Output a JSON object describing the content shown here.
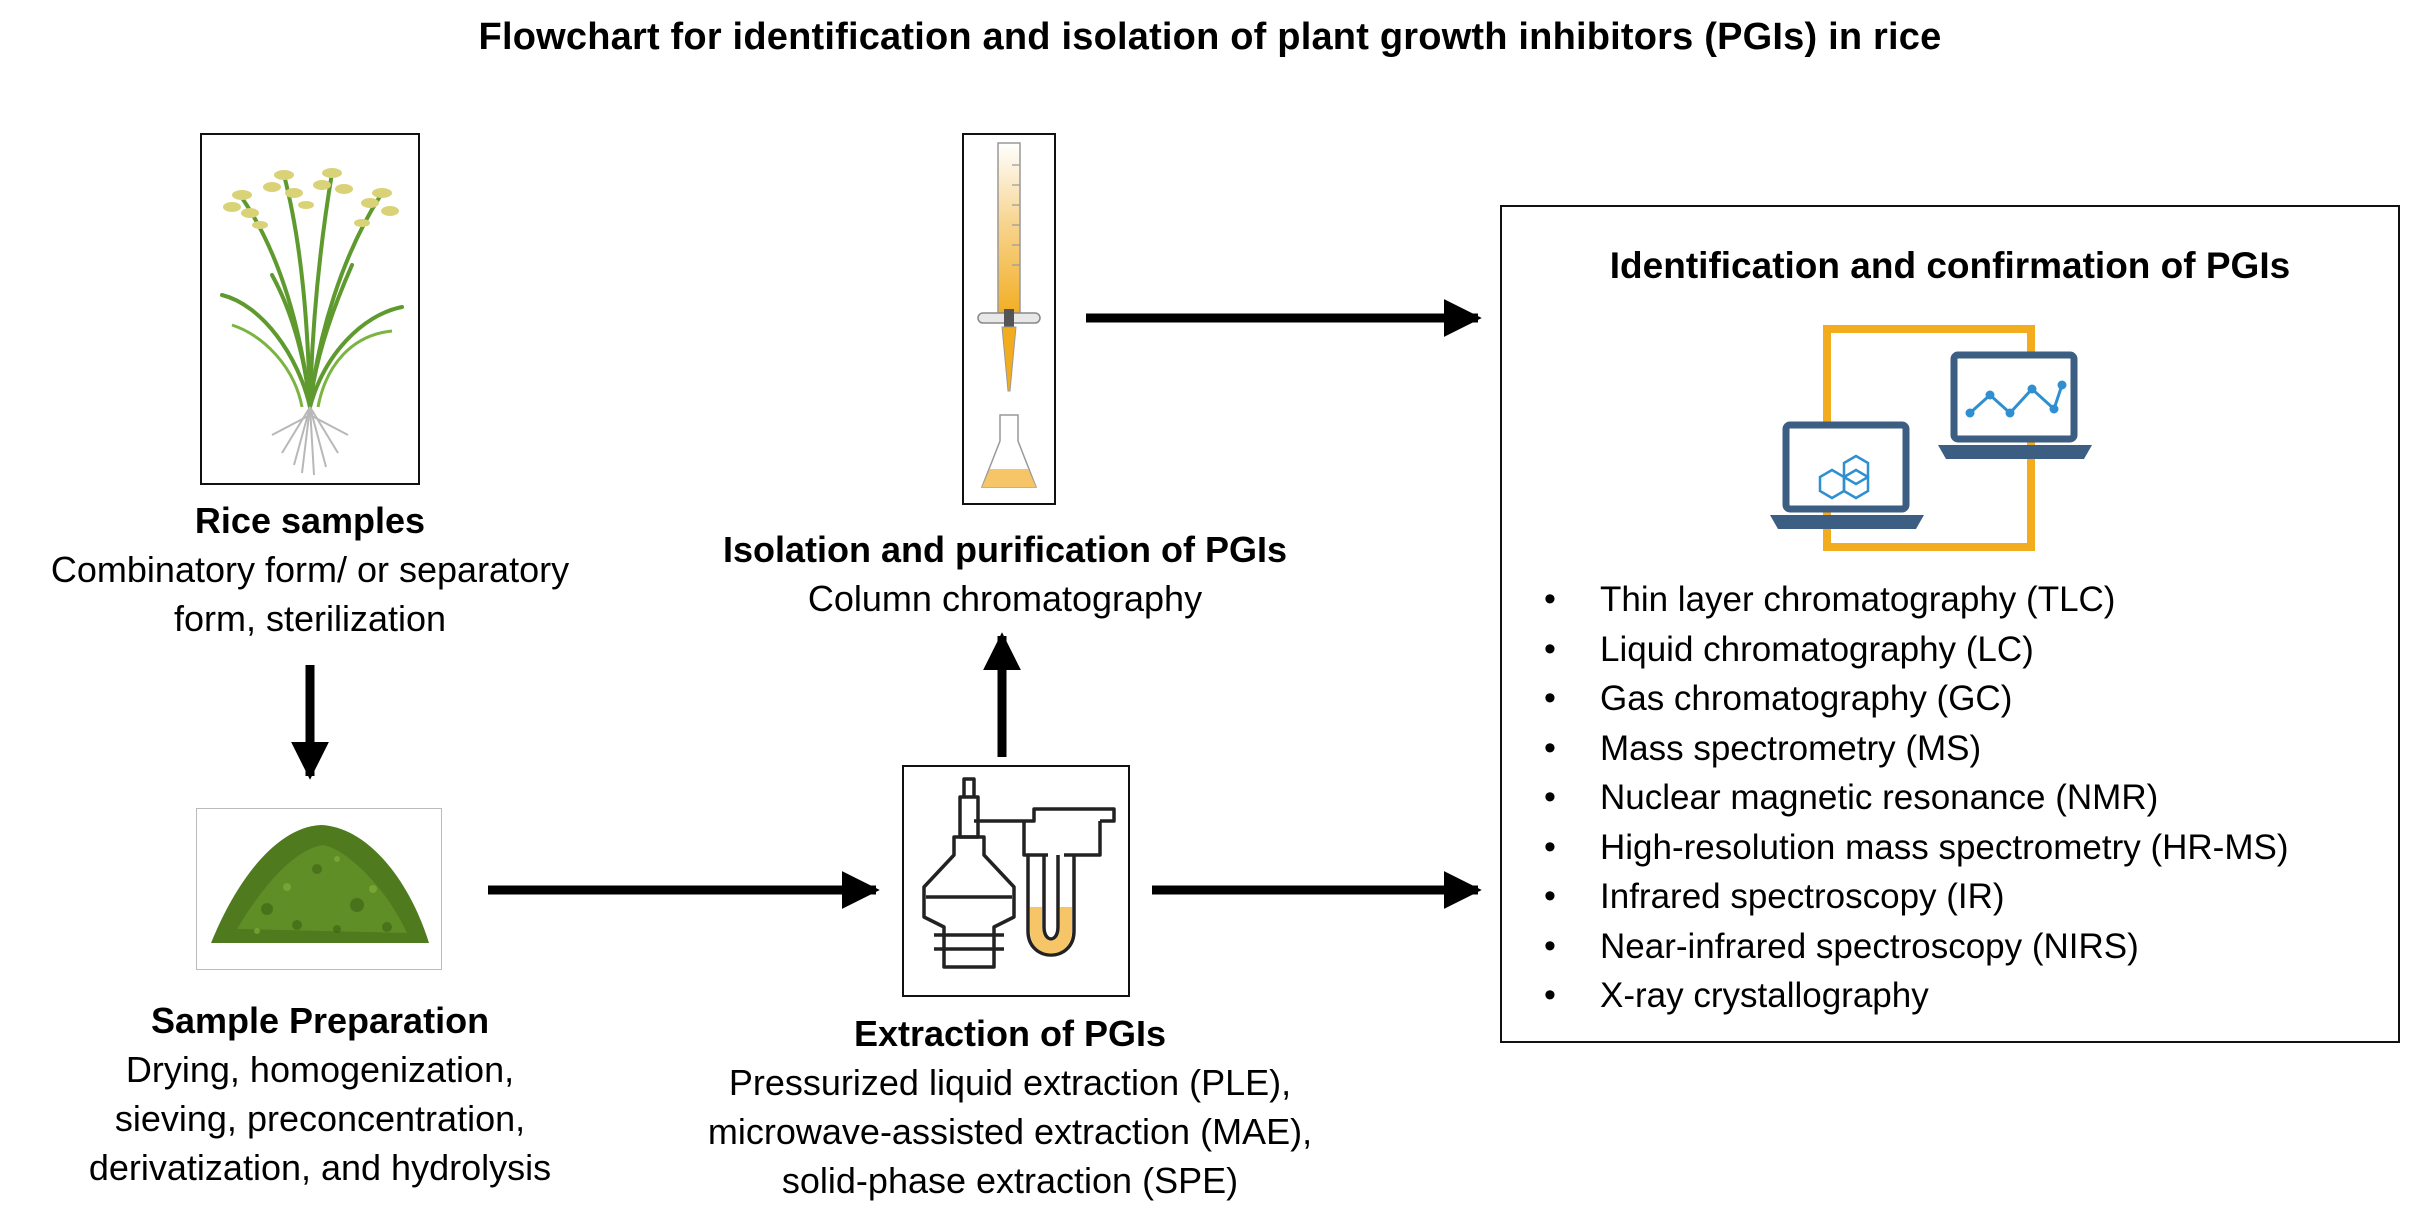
{
  "title": "Flowchart for identification and isolation of plant growth inhibitors (PGIs) in rice",
  "rice_samples": {
    "heading": "Rice samples",
    "line1": "Combinatory form/ or separatory",
    "line2": "form, sterilization"
  },
  "sample_preparation": {
    "heading": "Sample Preparation",
    "line1": "Drying, homogenization,",
    "line2": "sieving, preconcentration,",
    "line3": "derivatization, and hydrolysis"
  },
  "isolation": {
    "heading": "Isolation and purification of PGIs",
    "line1": "Column chromatography"
  },
  "extraction": {
    "heading": "Extraction of PGIs",
    "line1": "Pressurized liquid extraction (PLE),",
    "line2": "microwave-assisted extraction (MAE),",
    "line3": "solid-phase extraction (SPE)"
  },
  "identification": {
    "heading": "Identification and confirmation of PGIs",
    "methods": [
      "Thin layer chromatography (TLC)",
      "Liquid chromatography (LC)",
      "Gas chromatography (GC)",
      "Mass spectrometry (MS)",
      "Nuclear magnetic resonance (NMR)",
      "High-resolution mass spectrometry (HR-MS)",
      "Infrared spectroscopy (IR)",
      "Near-infrared spectroscopy (NIRS)",
      "X-ray crystallography"
    ]
  },
  "colors": {
    "accent_orange": "#f2ac1e",
    "liquid_yellow": "#f5c568",
    "laptop_blue": "#3b5e82",
    "plant_green": "#5f9a2f",
    "powder_green": "#4f7a1e"
  }
}
